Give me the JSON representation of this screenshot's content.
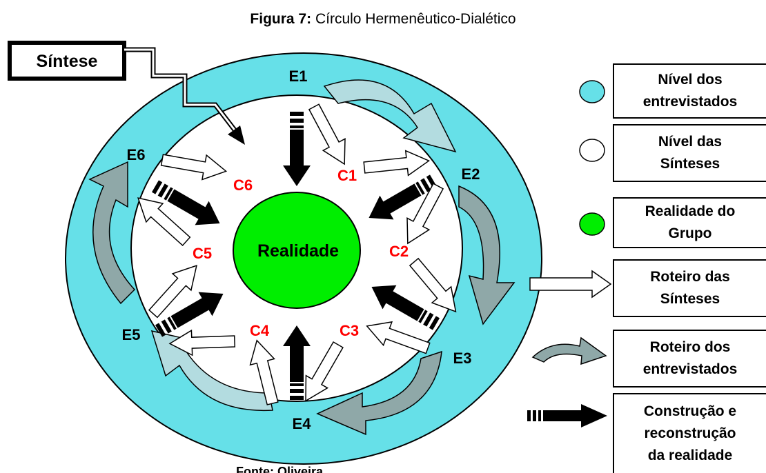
{
  "caption": {
    "prefix": "Figura 7:",
    "title": "Círculo Hermenêutico-Dialético"
  },
  "synthesis_label": "Síntese",
  "center_label": "Realidade",
  "interviewees": [
    "E1",
    "E2",
    "E3",
    "E4",
    "E5",
    "E6"
  ],
  "constructs": [
    "C1",
    "C2",
    "C3",
    "C4",
    "C5",
    "C6"
  ],
  "colors": {
    "outer_ring": "#66E0E8",
    "inner_disc": "#FFFFFF",
    "reality": "#00EE00",
    "construct_text": "#FF0000",
    "curved_arrow_light": "#B3DCE0",
    "curved_arrow_dark": "#8FA8A8"
  },
  "legend": [
    {
      "label": "Nível dos\nentrevistados",
      "icon": "cyan-circle"
    },
    {
      "label": "Nível das\nSínteses",
      "icon": "white-circle"
    },
    {
      "label": "Realidade do\nGrupo",
      "icon": "green-circle"
    },
    {
      "label": "Roteiro das\nSínteses",
      "icon": "white-arrow"
    },
    {
      "label": "Roteiro dos\nentrevistados",
      "icon": "curved-arrow"
    },
    {
      "label": "Construção e\nreconstrução\nda realidade",
      "icon": "black-arrow"
    }
  ],
  "source_note": "Fonte: Oliveira"
}
